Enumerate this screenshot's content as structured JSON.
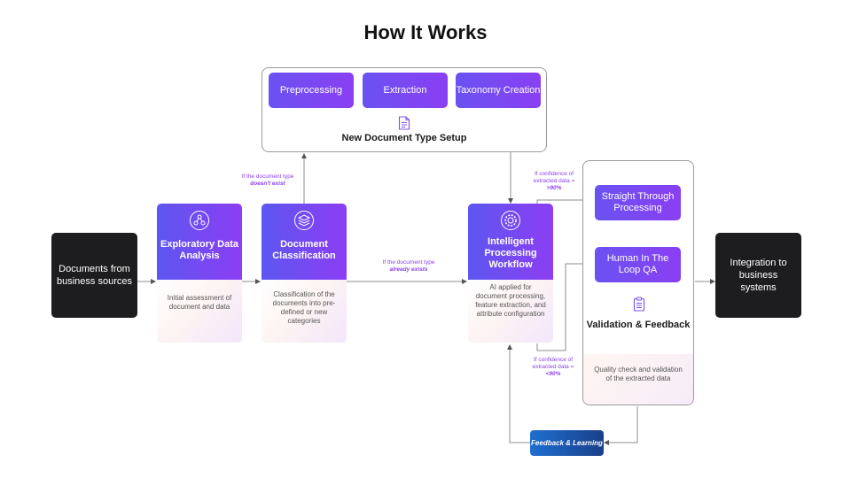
{
  "page": {
    "title": "How It Works"
  },
  "source": {
    "label": "Documents from business sources"
  },
  "sink": {
    "label": "Integration to business systems"
  },
  "setup": {
    "steps": [
      {
        "label": "Preprocessing"
      },
      {
        "label": "Extraction"
      },
      {
        "label": "Taxonomy Creation"
      }
    ],
    "title": "New Document Type Setup",
    "icon": "document-icon"
  },
  "cards": {
    "exploratory": {
      "title": "Exploratory Data Analysis",
      "desc": "Initial assessment of document and data",
      "icon": "molecule-icon"
    },
    "classification": {
      "title": "Document Classification",
      "desc": "Classification of the documents into pre-defined or new categories",
      "icon": "layers-icon"
    },
    "processing": {
      "title": "Intelligent Processing Workflow",
      "desc": "AI applied for document processing, feature extraction, and attribute configuration",
      "icon": "gear-icon"
    }
  },
  "validation": {
    "straight": "Straight Through Processing",
    "hitl": "Human In The Loop QA",
    "title": "Validation & Feedback",
    "desc": "Quality check and validation of the extracted data",
    "icon": "clipboard-icon"
  },
  "notes": {
    "not_exist_prefix": "If the document type",
    "not_exist_em": "doesn't exist",
    "exists_prefix": "If the document type",
    "exists_em": "already exists",
    "high_prefix": "If confidence of extracted data =",
    "high_em": ">90%",
    "low_prefix": "If confidence of extracted data =",
    "low_em": "<90%"
  },
  "feedback": {
    "label": "Feedback & Learning"
  },
  "colors": {
    "accent_start": "#5d56f0",
    "accent_end": "#8c3ef3",
    "note": "#8a3ff2",
    "dark": "#1d1d1f",
    "feedback": "#1f6fd0"
  }
}
